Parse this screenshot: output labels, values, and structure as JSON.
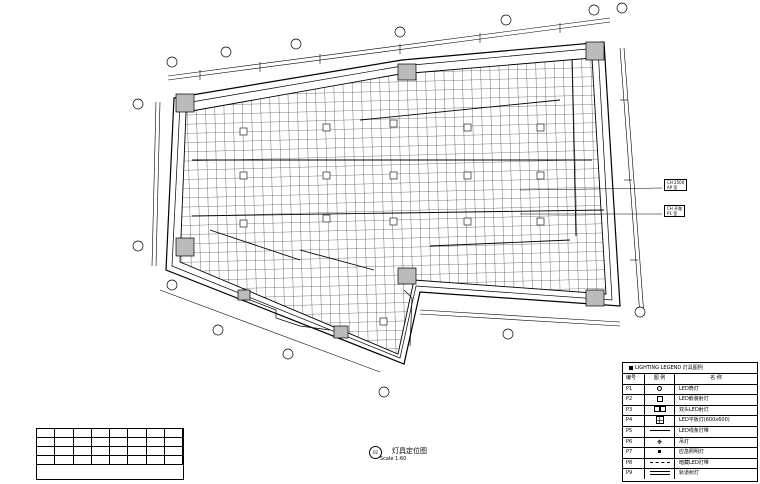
{
  "drawing": {
    "plan_code": "02",
    "plan_title": "灯具定位图",
    "plan_scale": "Scale 1:60"
  },
  "legend": {
    "title": "LIGHTING LEGEND 灯具图例",
    "col_code": "编号",
    "col_symbol": "图 例",
    "col_name": "名 称",
    "rows": [
      {
        "code": "P1",
        "symbol": "circle",
        "name": "LED筒灯"
      },
      {
        "code": "P2",
        "symbol": "square",
        "name": "LED嵌装射灯"
      },
      {
        "code": "P3",
        "symbol": "double-square",
        "name": "双头LED射灯"
      },
      {
        "code": "P4",
        "symbol": "grid-panel",
        "name": "LED平板灯(600x600)"
      },
      {
        "code": "P5",
        "symbol": "line",
        "name": "LED线条灯带"
      },
      {
        "code": "P6",
        "symbol": "cross",
        "name": "吊灯"
      },
      {
        "code": "P7",
        "symbol": "dot",
        "name": "应急照明灯"
      },
      {
        "code": "P8",
        "symbol": "dash",
        "name": "暗藏LED灯带"
      },
      {
        "code": "P9",
        "symbol": "double-line",
        "name": "轨道射灯"
      }
    ]
  },
  "tags": [
    {
      "l1": "CH 2500",
      "l2": "AP 室"
    },
    {
      "l1": "CH 开敞",
      "l2": "P1 室"
    }
  ]
}
